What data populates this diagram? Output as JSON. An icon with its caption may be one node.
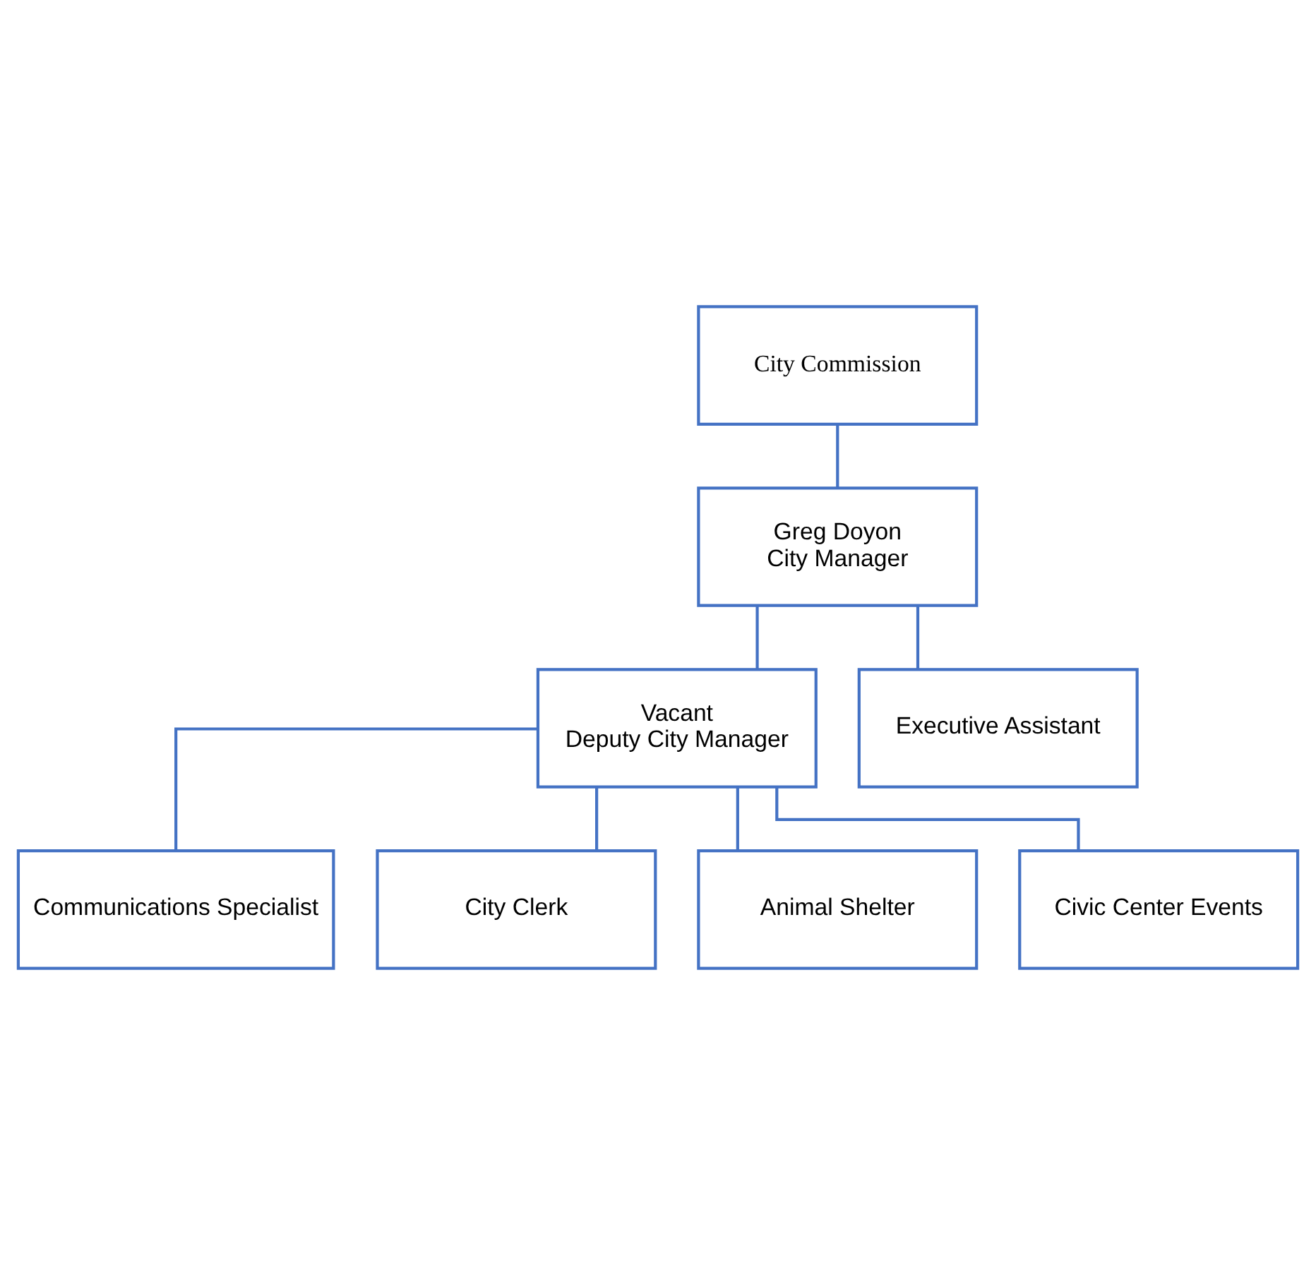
{
  "diagram": {
    "nodes": [
      {
        "text": [
          "City Commission"
        ]
      },
      {
        "text": [
          "Greg Doyon",
          "City Manager"
        ]
      },
      {
        "text": [
          "Vacant",
          "Deputy City Manager"
        ]
      },
      {
        "text": [
          "Executive Assistant"
        ]
      },
      {
        "text": [
          "Communications Specialist"
        ]
      },
      {
        "text": [
          "City Clerk"
        ]
      },
      {
        "text": [
          "Animal Shelter"
        ]
      },
      {
        "text": [
          "Civic Center Events"
        ]
      }
    ],
    "edges": [
      {
        "from": 0,
        "to": 1,
        "arrow": "none"
      },
      {
        "from": 1,
        "to": 2,
        "arrow": "none"
      },
      {
        "from": 1,
        "to": 3,
        "arrow": "none"
      },
      {
        "from": 2,
        "to": 4,
        "arrow": "none"
      },
      {
        "from": 2,
        "to": 5,
        "arrow": "none"
      },
      {
        "from": 2,
        "to": 6,
        "arrow": "none"
      },
      {
        "from": 2,
        "to": 7,
        "arrow": "none"
      }
    ]
  }
}
